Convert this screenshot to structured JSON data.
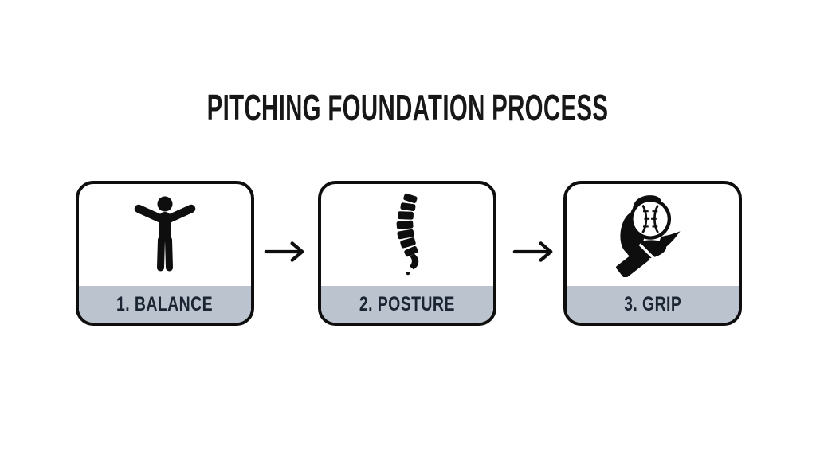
{
  "title": "PITCHING FOUNDATION PROCESS",
  "steps": [
    {
      "label": "1. BALANCE",
      "icon": "balance-person-icon"
    },
    {
      "label": "2. POSTURE",
      "icon": "spine-icon"
    },
    {
      "label": "3. GRIP",
      "icon": "hand-holding-baseball-icon"
    }
  ],
  "connectors": [
    {
      "icon": "right-arrow-icon"
    },
    {
      "icon": "right-arrow-icon"
    }
  ],
  "colors": {
    "background": "#ffffff",
    "outline": "#0e0e0e",
    "band": "#bac3ce",
    "label_text": "#1b2433",
    "title_text": "#171717"
  }
}
